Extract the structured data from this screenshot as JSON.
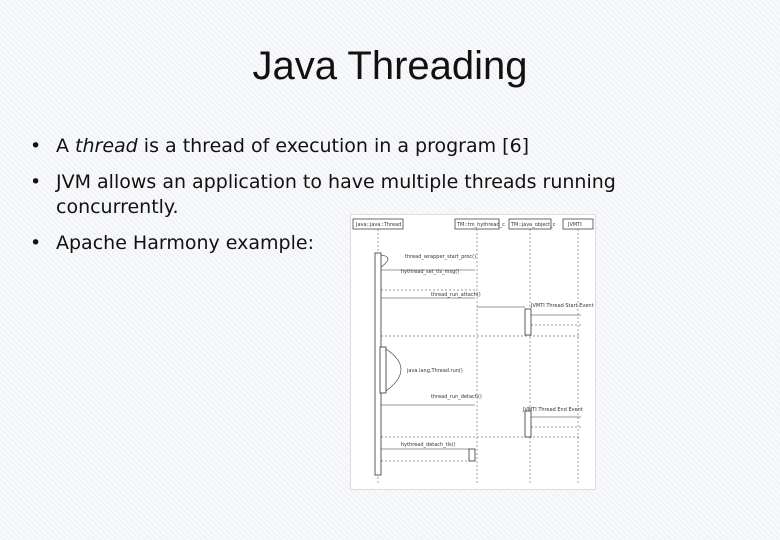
{
  "slide": {
    "title": "Java Threading",
    "bullets": [
      {
        "prefix": "A ",
        "emphasis": "thread",
        "suffix": " is a thread of execution in a program [6]"
      },
      {
        "text": "JVM allows an application to have multiple threads running concurrently."
      },
      {
        "text": "Apache Harmony example:"
      }
    ],
    "bullet_glyph": "•"
  },
  "diagram": {
    "participants": [
      "Java::java::Thread",
      "TM::tm_hythread_c",
      "TM::java_object_c",
      "JVMTI"
    ],
    "messages": [
      "thread_wrapper_start_proc()",
      "hythread_set_tls_msg()",
      "thread_run_attach()",
      "JVMTI Thread Start Event",
      "java.lang.Thread.run()",
      "thread_run_detach()",
      "JVMTI Thread End Event",
      "hythread_detach_tls()"
    ]
  },
  "colors": {
    "text": "#111111",
    "background": "#f1f3f6"
  }
}
